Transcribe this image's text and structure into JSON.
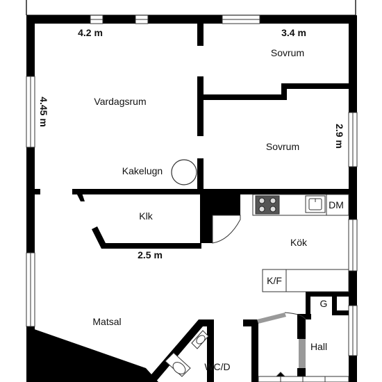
{
  "plan": {
    "rooms": {
      "vardagsrum": "Vardagsrum",
      "sovrum_1": "Sovrum",
      "sovrum_2": "Sovrum",
      "kakelugn": "Kakelugn",
      "klk": "Klk",
      "kok": "Kök",
      "matsal": "Matsal",
      "wc_d": "WC/D",
      "hall": "Hall",
      "g": "G"
    },
    "fixtures": {
      "dm": "DM",
      "kf": "K/F"
    },
    "dimensions": {
      "vardagsrum_width": "4.2 m",
      "sovrum_width": "3.4 m",
      "vardagsrum_depth": "4.45 m",
      "sovrum_depth": "2.9 m",
      "klk_width": "2.5 m"
    }
  }
}
